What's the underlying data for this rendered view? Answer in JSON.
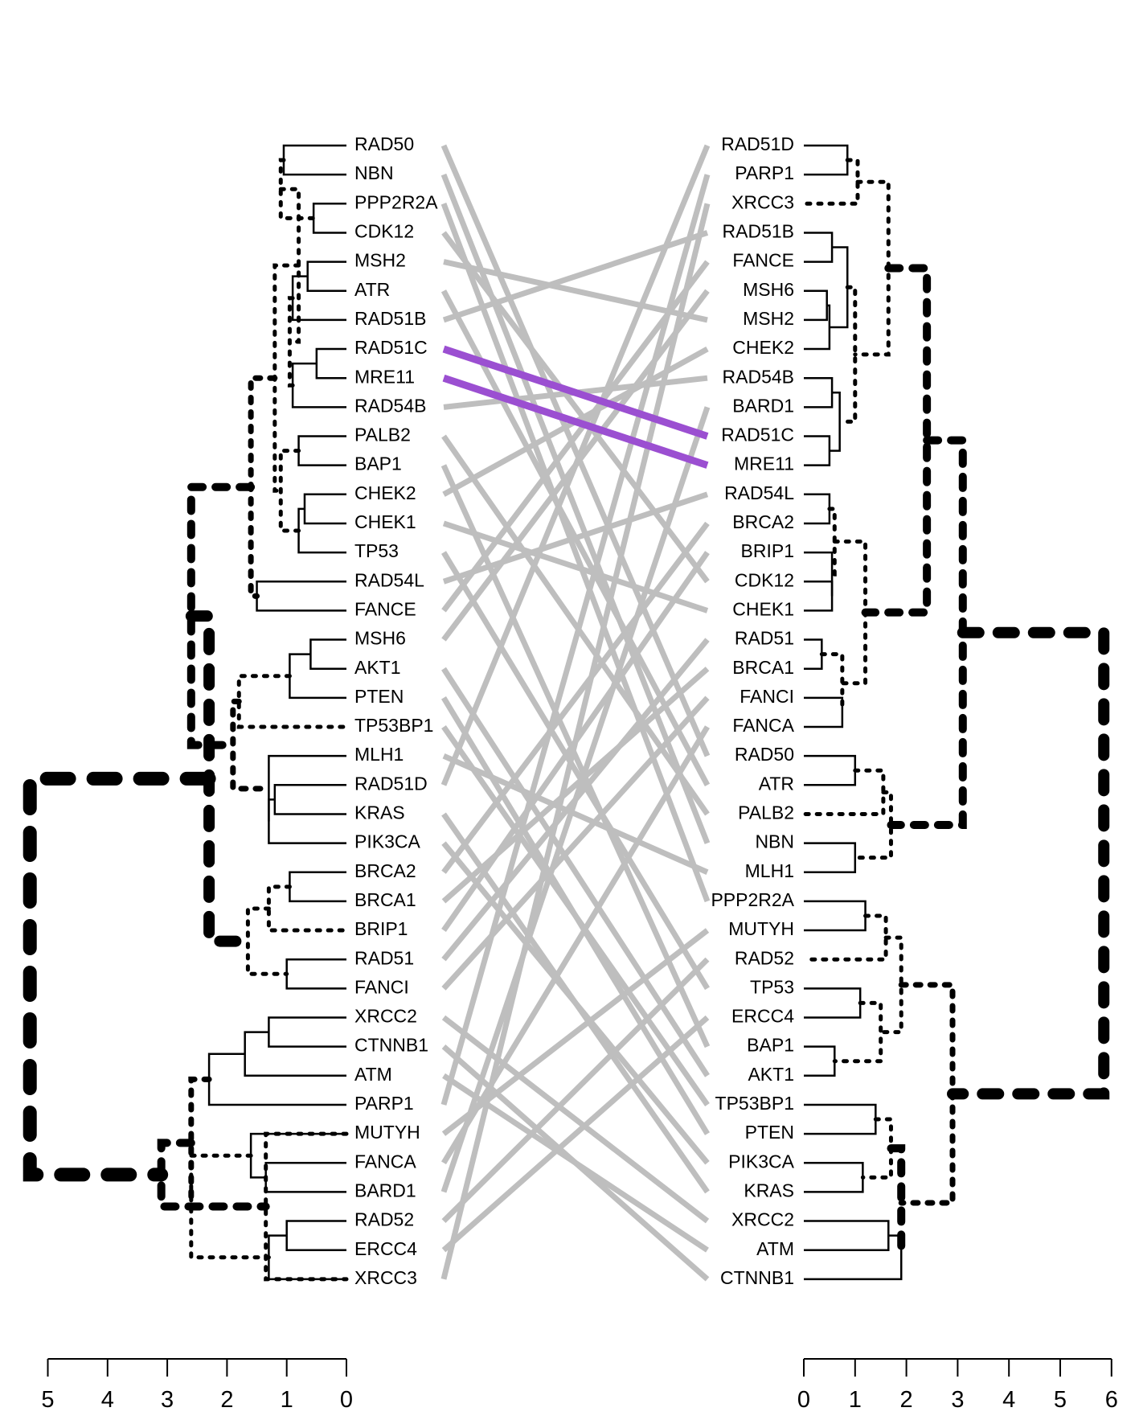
{
  "left_tree": {
    "leaves": [
      "RAD50",
      "NBN",
      "PPP2R2A",
      "CDK12",
      "MSH2",
      "ATR",
      "RAD51B",
      "RAD51C",
      "MRE11",
      "RAD54B",
      "PALB2",
      "BAP1",
      "CHEK2",
      "CHEK1",
      "TP53",
      "RAD54L",
      "FANCE",
      "MSH6",
      "AKT1",
      "PTEN",
      "TP53BP1",
      "MLH1",
      "RAD51D",
      "KRAS",
      "PIK3CA",
      "BRCA2",
      "BRCA1",
      "BRIP1",
      "RAD51",
      "FANCI",
      "XRCC2",
      "CTNNB1",
      "ATM",
      "PARP1",
      "MUTYH",
      "FANCA",
      "BARD1",
      "RAD52",
      "ERCC4",
      "XRCC3"
    ],
    "axis": {
      "ticks": [
        5,
        4,
        3,
        2,
        1,
        0
      ],
      "range": [
        0,
        5
      ]
    }
  },
  "right_tree": {
    "leaves": [
      "RAD51D",
      "PARP1",
      "XRCC3",
      "RAD51B",
      "FANCE",
      "MSH6",
      "MSH2",
      "CHEK2",
      "RAD54B",
      "BARD1",
      "RAD51C",
      "MRE11",
      "RAD54L",
      "BRCA2",
      "BRIP1",
      "CDK12",
      "CHEK1",
      "RAD51",
      "BRCA1",
      "FANCI",
      "FANCA",
      "RAD50",
      "ATR",
      "PALB2",
      "NBN",
      "MLH1",
      "PPP2R2A",
      "MUTYH",
      "RAD52",
      "TP53",
      "ERCC4",
      "BAP1",
      "AKT1",
      "TP53BP1",
      "PTEN",
      "PIK3CA",
      "KRAS",
      "XRCC2",
      "ATM",
      "CTNNB1"
    ],
    "axis": {
      "ticks": [
        0,
        1,
        2,
        3,
        4,
        5,
        6
      ],
      "range": [
        0,
        6
      ]
    }
  },
  "connectors": {
    "highlighted": [
      "RAD51C",
      "MRE11"
    ],
    "colors": {
      "common": "#bebebe",
      "highlighted": "#9b4fd1",
      "branch": "#000000"
    }
  }
}
